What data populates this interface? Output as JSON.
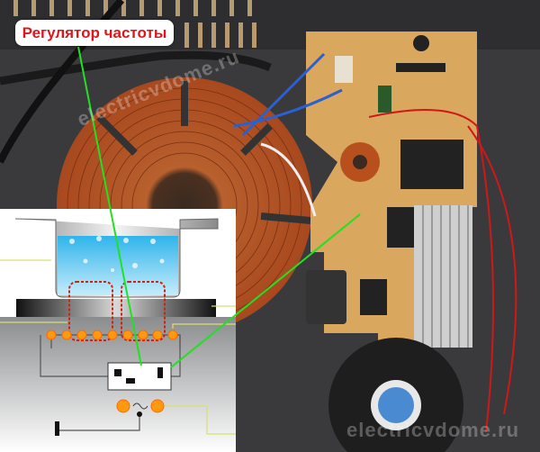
{
  "annotation": {
    "label": "Регулятор частоты",
    "line_color": "#22e022",
    "label_color": "#e0141a"
  },
  "watermarks": [
    "electricvdome.ru",
    "electricvdome.ru"
  ],
  "photo": {
    "subject": "induction-cooktop-internals"
  },
  "inset": {
    "subject": "induction-heating-diagram"
  }
}
